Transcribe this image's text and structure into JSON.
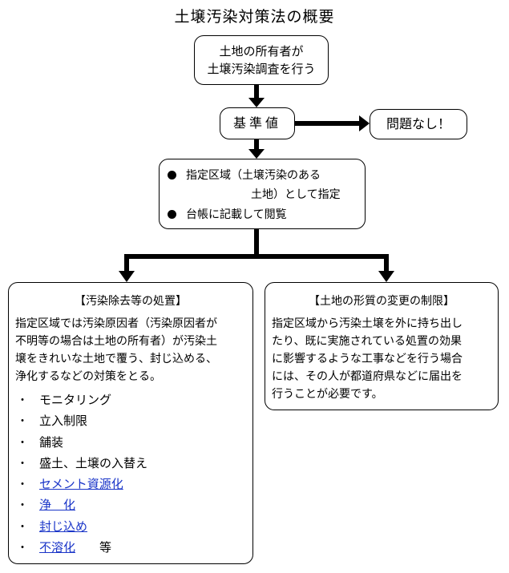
{
  "title": "土壌汚染対策法の概要",
  "start_box": {
    "line1": "土地の所有者が",
    "line2": "土壌汚染調査を行う"
  },
  "decision": {
    "label": "基準値"
  },
  "no_problem": {
    "label": "問題なし！"
  },
  "designation_box": {
    "item1_line1": "指定区域（土壌汚染のある",
    "item1_line2": "土地）として指定",
    "item2": "台帳に記載して閲覧"
  },
  "left_box": {
    "heading": "【汚染除去等の処置】",
    "paragraph_lines": [
      "指定区域では汚染原因者（汚染原因者が",
      "不明等の場合は土地の所有者）が汚染土",
      "壌をきれいな土地で覆う、封じ込める、",
      "浄化するなどの対策をとる。"
    ],
    "list_marker": "・",
    "list": [
      {
        "label": "モニタリング",
        "link": false
      },
      {
        "label": "立入制限",
        "link": false
      },
      {
        "label": "舗装",
        "link": false
      },
      {
        "label": "盛土、土壌の入替え",
        "link": false
      },
      {
        "label": "セメント資源化",
        "link": true
      },
      {
        "label": "浄　化",
        "link": true
      },
      {
        "label": "封じ込め",
        "link": true
      },
      {
        "label": "不溶化",
        "link": true
      }
    ],
    "last_suffix": "等"
  },
  "right_box": {
    "heading": "【土地の形質の変更の制限】",
    "paragraph_lines": [
      "指定区域から汚染土壌を外に持ち出し",
      "たり、既に実施されている処置の効果",
      "に影響するような工事などを行う場合",
      "には、その人が都道府県などに届出を",
      "行うことが必要です。"
    ]
  },
  "colors": {
    "link": "#1a35c8",
    "stroke": "#000000"
  }
}
